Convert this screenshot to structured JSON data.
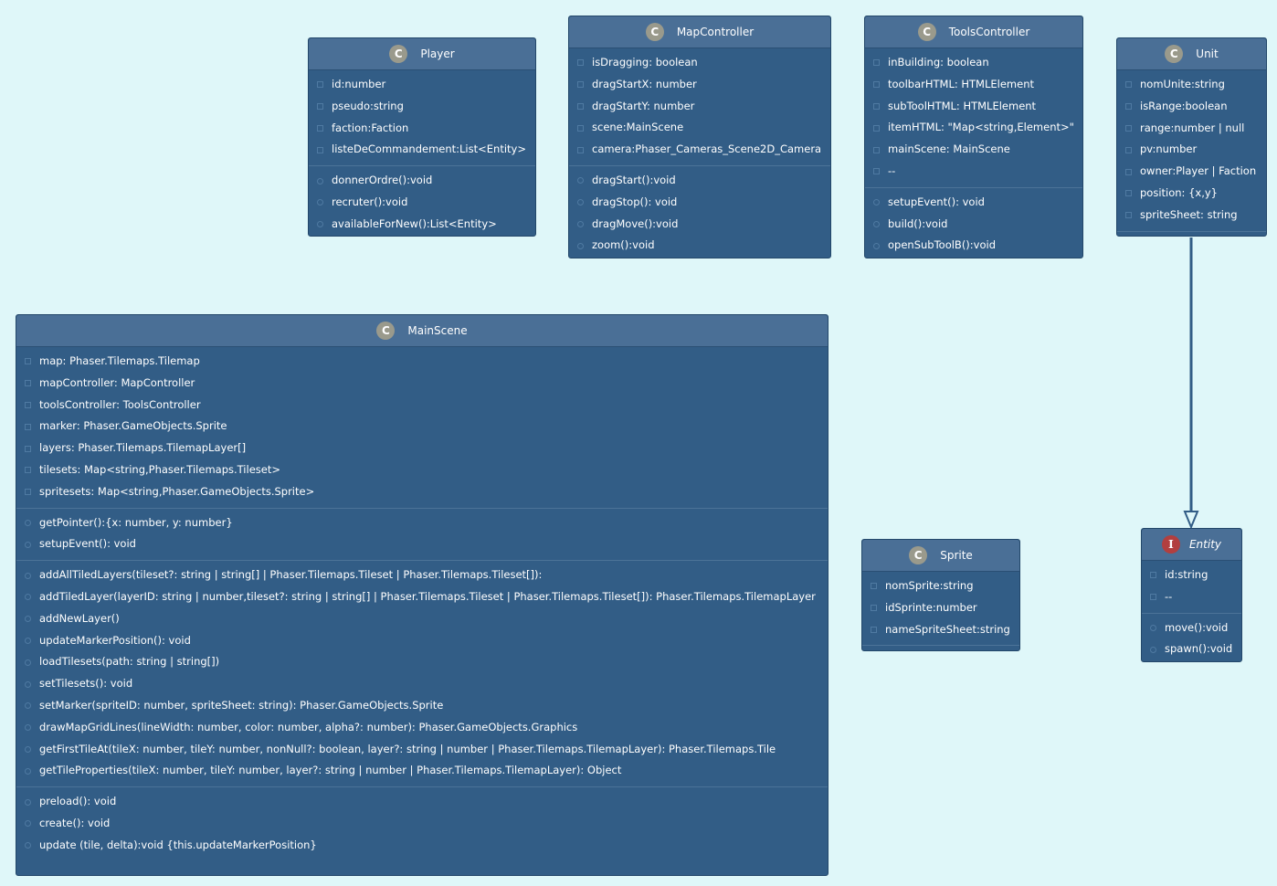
{
  "classes": {
    "player": {
      "stereotype": "C",
      "name": "Player",
      "fields": [
        "id:number",
        "pseudo:string",
        "faction:Faction",
        "listeDeCommandement:List<Entity>"
      ],
      "methods": [
        "donnerOrdre():void",
        "recruter():void",
        "availableForNew():List<Entity>"
      ]
    },
    "mapcontroller": {
      "stereotype": "C",
      "name": "MapController",
      "fields": [
        "isDragging: boolean",
        "dragStartX: number",
        "dragStartY: number",
        "scene:MainScene",
        "camera:Phaser_Cameras_Scene2D_Camera"
      ],
      "methods": [
        "dragStart():void",
        "dragStop(): void",
        "dragMove():void",
        "zoom():void"
      ]
    },
    "toolscontroller": {
      "stereotype": "C",
      "name": "ToolsController",
      "fields": [
        "inBuilding: boolean",
        "toolbarHTML: HTMLElement",
        "subToolHTML: HTMLElement",
        "itemHTML: \"Map<string,Element>\"",
        "mainScene: MainScene",
        "--"
      ],
      "methods": [
        "setupEvent(): void",
        "build():void",
        "openSubToolB():void"
      ]
    },
    "unit": {
      "stereotype": "C",
      "name": "Unit",
      "fields": [
        "nomUnite:string",
        "isRange:boolean",
        "range:number | null",
        "pv:number",
        "owner:Player | Faction",
        "position: {x,y}",
        "spriteSheet: string"
      ]
    },
    "mainscene": {
      "stereotype": "C",
      "name": "MainScene",
      "fields": [
        "map: Phaser.Tilemaps.Tilemap",
        "mapController: MapController",
        "toolsController: ToolsController",
        "marker: Phaser.GameObjects.Sprite",
        "layers: Phaser.Tilemaps.TilemapLayer[]",
        "tilesets: Map<string,Phaser.Tilemaps.Tileset>",
        "spritesets: Map<string,Phaser.GameObjects.Sprite>"
      ],
      "methods1": [
        "getPointer():{x: number, y: number}",
        "setupEvent(): void"
      ],
      "methods2": [
        "addAllTiledLayers(tileset?: string | string[] | Phaser.Tilemaps.Tileset | Phaser.Tilemaps.Tileset[]):",
        "addTiledLayer(layerID: string | number,tileset?: string | string[] | Phaser.Tilemaps.Tileset | Phaser.Tilemaps.Tileset[]): Phaser.Tilemaps.TilemapLayer",
        "addNewLayer()",
        "updateMarkerPosition(): void",
        "loadTilesets(path: string | string[])",
        "setTilesets(): void",
        "setMarker(spriteID: number, spriteSheet: string): Phaser.GameObjects.Sprite",
        "drawMapGridLines(lineWidth: number, color: number, alpha?: number): Phaser.GameObjects.Graphics",
        "getFirstTileAt(tileX: number, tileY: number, nonNull?: boolean, layer?: string | number | Phaser.Tilemaps.TilemapLayer): Phaser.Tilemaps.Tile",
        "getTileProperties(tileX: number, tileY: number, layer?: string | number | Phaser.Tilemaps.TilemapLayer): Object"
      ],
      "methods3": [
        "preload(): void",
        "create(): void",
        "update (tile, delta):void {this.updateMarkerPosition}"
      ]
    },
    "sprite": {
      "stereotype": "C",
      "name": "Sprite",
      "fields": [
        "nomSprite:string",
        "idSprinte:number",
        "nameSpriteSheet:string"
      ]
    },
    "entity": {
      "stereotype": "I",
      "name": "Entity",
      "fields": [
        "id:string",
        "--"
      ],
      "methods": [
        "move():void",
        "spawn():void"
      ]
    }
  },
  "relations": [
    {
      "from": "Unit",
      "to": "Entity",
      "kind": "realization"
    }
  ],
  "colors": {
    "background": "#dff7f9",
    "class_fill": "#325d86",
    "class_header": "#4a6f96",
    "class_badge": "#9a9a8c",
    "interface_badge": "#b23f3f",
    "edge": "#325d86"
  }
}
